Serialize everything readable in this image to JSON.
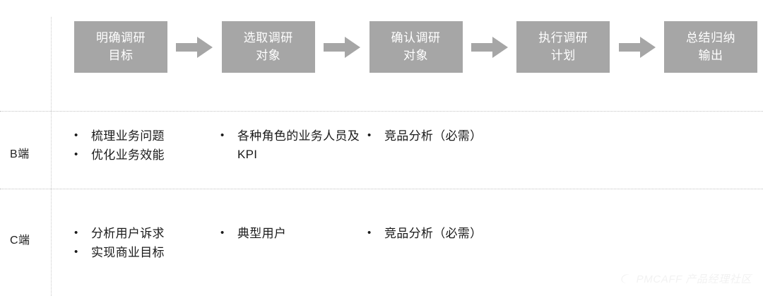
{
  "flow": {
    "steps": [
      {
        "line1": "明确调研",
        "line2": "目标"
      },
      {
        "line1": "选取调研",
        "line2": "对象"
      },
      {
        "line1": "确认调研",
        "line2": "对象"
      },
      {
        "line1": "执行调研",
        "line2": "计划"
      },
      {
        "line1": "总结归纳",
        "line2": "输出"
      }
    ],
    "box_color": "#a6a6a6",
    "arrow_color": "#a6a6a6",
    "arrow_icon": "arrow-right-icon"
  },
  "matrix": {
    "rows": [
      {
        "label": "B端",
        "columns": [
          {
            "bullets": [
              "梳理业务问题",
              "优化业务效能"
            ]
          },
          {
            "bullets": [
              "各种角色的业务人员及KPI"
            ]
          },
          {
            "bullets": [
              "竞品分析（必需）"
            ]
          }
        ]
      },
      {
        "label": "C端",
        "columns": [
          {
            "bullets": [
              "分析用户诉求",
              "实现商业目标"
            ]
          },
          {
            "bullets": [
              "典型用户"
            ]
          },
          {
            "bullets": [
              "竞品分析（必需）"
            ]
          }
        ]
      }
    ],
    "bullet_glyph": "•",
    "rule_color": "#c4c4c4"
  },
  "watermark": {
    "text": "PMCAFF 产品经理社区",
    "icon": "pmcaff-logo-icon",
    "color": "#f2f2f2"
  }
}
